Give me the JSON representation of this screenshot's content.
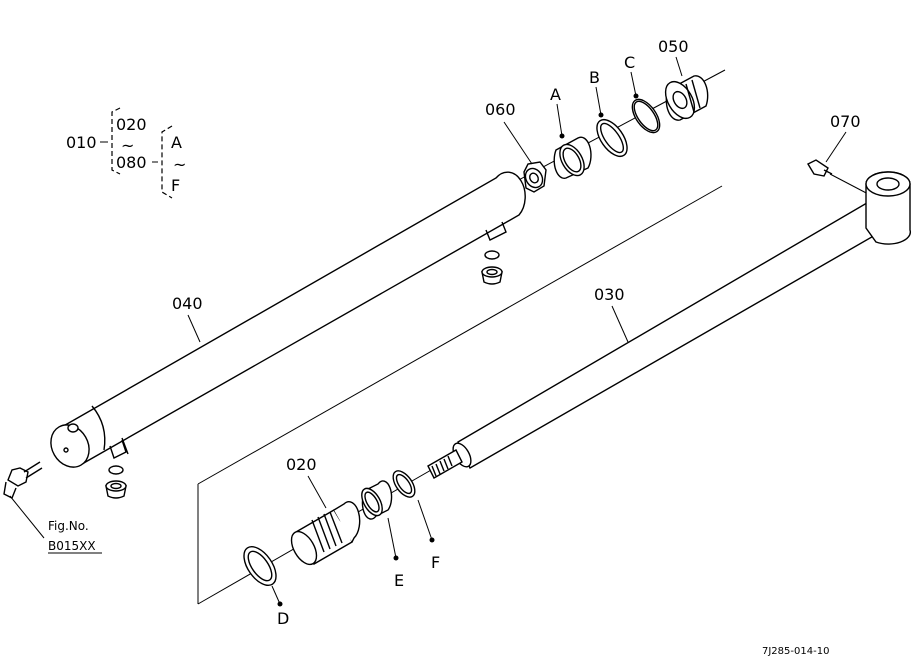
{
  "labels": {
    "p010": "010",
    "p020_range_start": "020",
    "p080_range_end": "080",
    "range_tilde": "~",
    "letter_range_start": "A",
    "letter_range_end": "F",
    "p020": "020",
    "p030": "030",
    "p040": "040",
    "p050": "050",
    "p060": "060",
    "p070": "070",
    "A": "A",
    "B": "B",
    "C": "C",
    "D": "D",
    "E": "E",
    "F": "F"
  },
  "reference": {
    "fig_label": "Fig.No.",
    "fig_number": "B015XX"
  },
  "drawing_code": "7J285-014-10"
}
